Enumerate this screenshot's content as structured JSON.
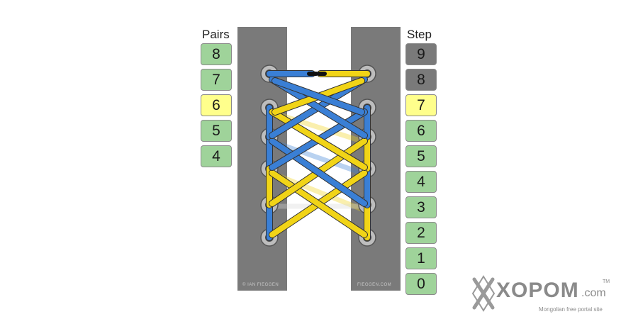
{
  "labels": {
    "pairs": "Pairs",
    "step": "Step"
  },
  "pairs": [
    {
      "label": "8",
      "state": "done"
    },
    {
      "label": "7",
      "state": "done"
    },
    {
      "label": "6",
      "state": "current"
    },
    {
      "label": "5",
      "state": "done"
    },
    {
      "label": "4",
      "state": "done"
    }
  ],
  "steps": [
    {
      "label": "9",
      "state": "future"
    },
    {
      "label": "8",
      "state": "future"
    },
    {
      "label": "7",
      "state": "current"
    },
    {
      "label": "6",
      "state": "done"
    },
    {
      "label": "5",
      "state": "done"
    },
    {
      "label": "4",
      "state": "done"
    },
    {
      "label": "3",
      "state": "done"
    },
    {
      "label": "2",
      "state": "done"
    },
    {
      "label": "1",
      "state": "done"
    },
    {
      "label": "0",
      "state": "done"
    }
  ],
  "credits": {
    "left": "© IAN FIEGGEN",
    "right": "FIEGGEN.COM"
  },
  "watermark": {
    "brand": "XOPOM",
    "tld": ".com",
    "tm": "TM",
    "tagline": "Mongolian free portal site"
  },
  "colors": {
    "done": "#9fd39a",
    "current": "#ffff8c",
    "future": "#7a7a7a",
    "panel": "#7a7a7a",
    "lace_blue": "#3a7fd5",
    "lace_yellow": "#f1d417"
  }
}
